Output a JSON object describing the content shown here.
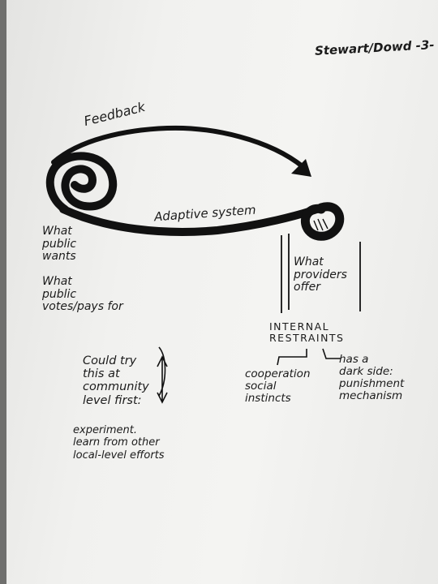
{
  "header": {
    "page_label": "Stewart/Dowd -3-"
  },
  "diagram": {
    "feedback_label": "Feedback",
    "adaptive_label": "Adaptive system",
    "what_public_wants": "What\npublic\nwants",
    "what_public_votes": "What\npublic\nvotes/pays for",
    "could_try": "Could try\nthis at\ncommunity\nlevel first:",
    "experiment": "experiment.\nlearn from other\nlocal-level efforts",
    "what_providers_offer": "What\nproviders\noffer",
    "internal_restraints": "INTERNAL\nRESTRAINTS",
    "cooperation": "cooperation\nsocial\ninstincts",
    "dark_side": "has a\ndark side:\npunishment\nmechanism"
  },
  "colors": {
    "ink": "#111111",
    "paper": "#f2f2f0",
    "background": "#6f6f6d"
  }
}
